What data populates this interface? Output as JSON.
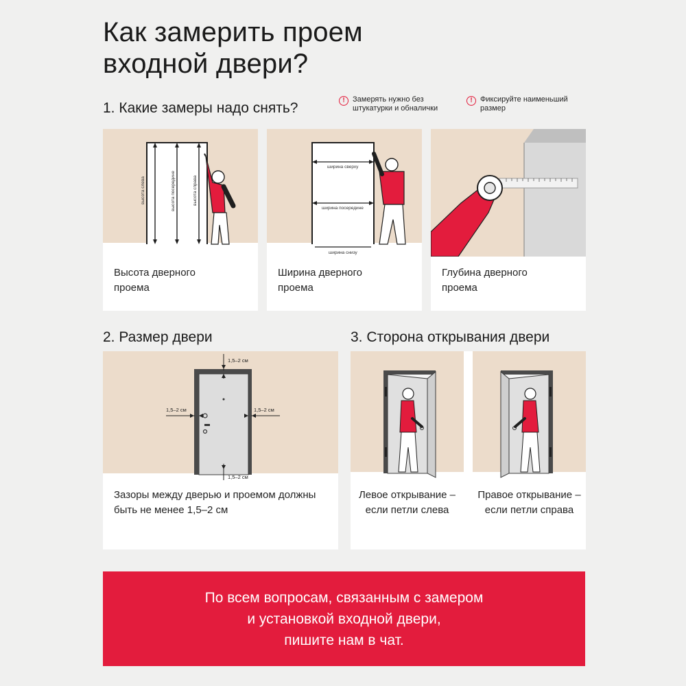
{
  "header": {
    "title_line1": "Как замерить проем",
    "title_line2": "входной двери?"
  },
  "section1": {
    "heading": "1. Какие замеры надо снять?",
    "notes": [
      {
        "icon": "warning-circle-icon",
        "text": "Замерять нужно без штукатурки и обналички"
      },
      {
        "icon": "warning-circle-icon",
        "text": "Фиксируйте наименьший размер"
      }
    ],
    "cards": [
      {
        "caption": "Высота дверного проема",
        "labels": [
          "высота слева",
          "высота посередине",
          "высота справа"
        ]
      },
      {
        "caption": "Ширина дверного проема",
        "labels": [
          "ширина сверху",
          "ширина посередине",
          "ширина снизу"
        ]
      },
      {
        "caption": "Глубина дверного проема",
        "labels": []
      }
    ]
  },
  "section2": {
    "heading": "2. Размер двери",
    "gap_labels": {
      "top": "1,5–2 см",
      "left": "1,5–2 см",
      "right": "1,5–2 см",
      "bottom": "1,5–2 см"
    },
    "caption": "Зазоры между дверью и проемом должны быть не менее 1,5–2 см"
  },
  "section3": {
    "heading": "3. Сторона открывания двери",
    "left": {
      "caption": "Левое открывание – если петли слева"
    },
    "right": {
      "caption": "Правое открывание – если петли справа"
    }
  },
  "banner": {
    "text": "По всем вопросам, связанным с замером\nи установкой входной двери,\nпишите нам в чат."
  },
  "colors": {
    "accent": "#e31c3d",
    "wall": "#ecdccb",
    "background": "#f0f0ef",
    "card": "#ffffff"
  }
}
